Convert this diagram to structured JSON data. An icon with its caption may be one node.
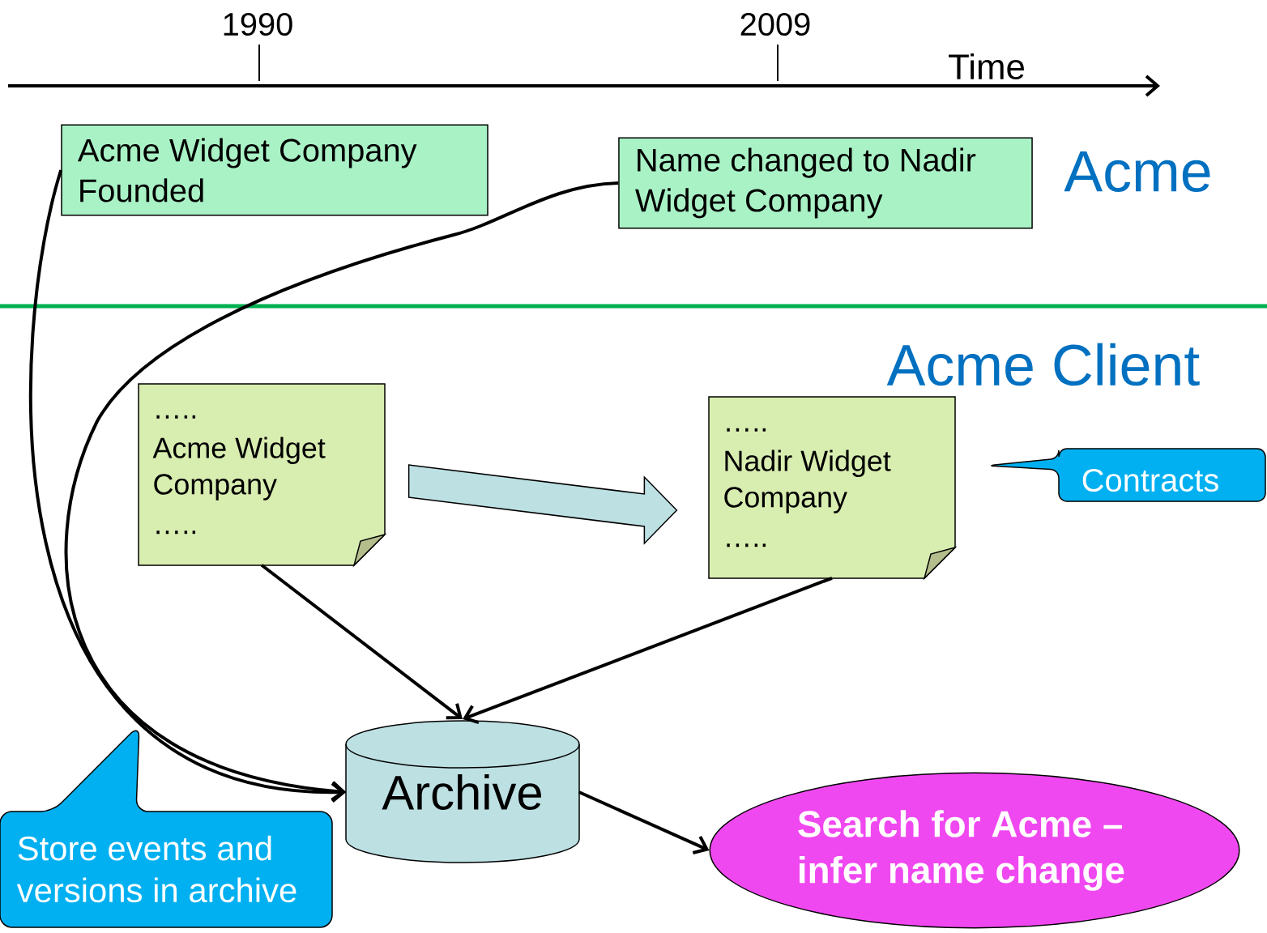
{
  "diagram": {
    "nodes": [
      {
        "text": [
          "Acme Widget Company Founded"
        ]
      },
      {
        "text": [
          "Name changed to Nadir Widget Company"
        ]
      },
      {
        "text": [
          "…..",
          "Acme Widget Company",
          "….."
        ]
      },
      {
        "text": [
          "…..",
          "Nadir Widget Company",
          "….."
        ]
      },
      {
        "text": [
          "Archive"
        ]
      },
      {
        "text": [
          "Search for Acme – infer name change"
        ]
      },
      {
        "text": [
          "Store events and versions in archive"
        ]
      },
      {
        "text": [
          "Contracts"
        ]
      }
    ],
    "edges": [
      {
        "from": 0,
        "to": 4,
        "arrow": "to"
      },
      {
        "from": 1,
        "to": 4,
        "arrow": "to"
      },
      {
        "from": 2,
        "to": 4,
        "arrow": "to"
      },
      {
        "from": 3,
        "to": 4,
        "arrow": "to"
      },
      {
        "from": 2,
        "to": 3,
        "arrow": "to",
        "color": "#bde0e3"
      },
      {
        "from": 4,
        "to": 5,
        "arrow": "to"
      }
    ],
    "labels": [
      "1990",
      "2009",
      "Time",
      "Acme",
      "Acme Client"
    ]
  }
}
